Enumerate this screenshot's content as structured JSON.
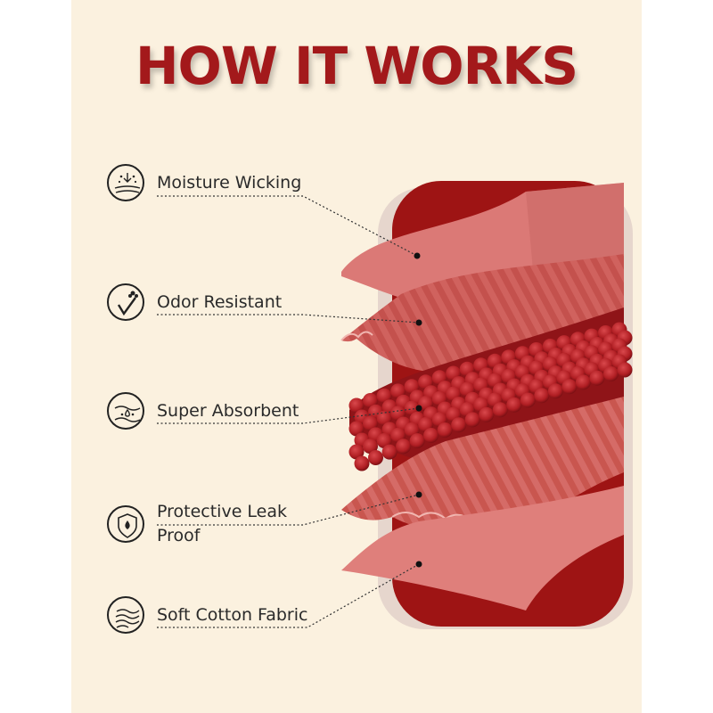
{
  "title": "HOW IT WORKS",
  "features": [
    {
      "label": "Moisture Wicking",
      "icon": "moisture-wicking-icon"
    },
    {
      "label": "Odor Resistant",
      "icon": "odor-resistant-icon"
    },
    {
      "label": "Super Absorbent",
      "icon": "super-absorbent-icon"
    },
    {
      "label": "Protective Leak Proof",
      "icon": "shield-drop-icon"
    },
    {
      "label": "Soft Cotton Fabric",
      "icon": "soft-fabric-icon"
    }
  ],
  "colors": {
    "background": "#fbf1df",
    "title": "#a3191b",
    "base": "#9e1414",
    "layer_light": "#dd7a78",
    "layer_mid": "#c85854",
    "absorbent": "#b52227"
  }
}
